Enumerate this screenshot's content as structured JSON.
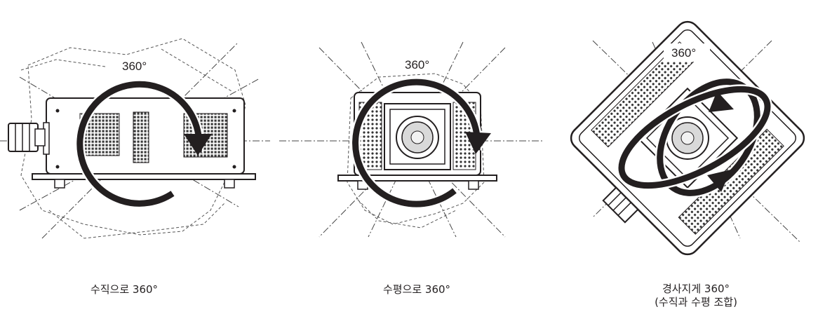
{
  "panels": [
    {
      "id": "vertical",
      "degree_label": "360°",
      "caption": "수직으로 360°"
    },
    {
      "id": "horizontal",
      "degree_label": "360°",
      "caption": "수평으로 360°"
    },
    {
      "id": "tilted",
      "degree_label": "360°",
      "caption_line1": "경사지게 360°",
      "caption_line2": "(수직과 수평 조합)"
    }
  ],
  "colors": {
    "ink": "#231f20",
    "body": "#ffffff",
    "grille": "#444444",
    "lens": "#d9d9d9"
  }
}
